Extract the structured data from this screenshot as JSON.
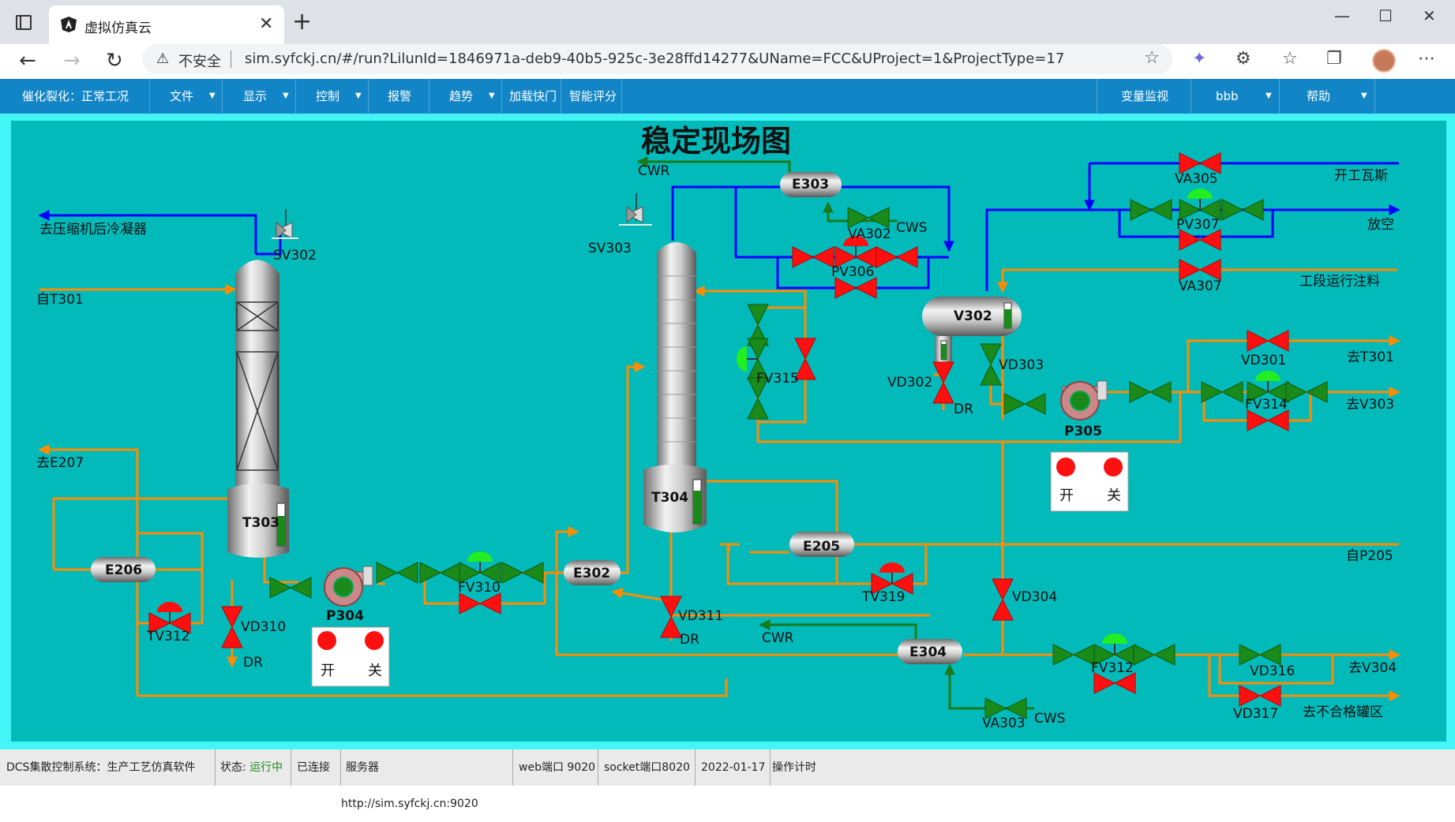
{
  "browser": {
    "tab_title": "虚拟仿真云",
    "security_label": "不安全",
    "url": "sim.syfckj.cn/#/run?LilunId=1846971a-deb9-40b5-925c-3e28ffd14277&UName=FCC&UProject=1&ProjectType=17"
  },
  "menu": {
    "project": "催化裂化：正常工况",
    "items": [
      "文件",
      "显示",
      "控制",
      "报警",
      "趋势",
      "加载快门",
      "智能评分"
    ],
    "monitor": "变量监视",
    "user": "bbb",
    "help": "帮助"
  },
  "diagram": {
    "title": "稳定现场图",
    "labels": {
      "to_compressor_condenser": "去压缩机后冷凝器",
      "sv302": "SV302",
      "from_t301": "自T301",
      "to_e207": "去E207",
      "t303": "T303",
      "e206": "E206",
      "tv312": "TV312",
      "vd310": "VD310",
      "dr1": "DR",
      "p304": "P304",
      "fv310": "FV310",
      "e302": "E302",
      "cwr1": "CWR",
      "sv303": "SV303",
      "e303": "E303",
      "va302": "VA302",
      "cws1": "CWS",
      "pv306": "PV306",
      "t304": "T304",
      "fv315": "FV315",
      "vd311": "VD311",
      "dr2": "DR",
      "e205": "E205",
      "tv319": "TV319",
      "cwr2": "CWR",
      "e304": "E304",
      "va303": "VA303",
      "cws2": "CWS",
      "v302": "V302",
      "vd302": "VD302",
      "dr3": "DR",
      "vd303": "VD303",
      "p305": "P305",
      "va305": "VA305",
      "start_gas": "开工瓦斯",
      "pv307": "PV307",
      "vent": "放空",
      "va307": "VA307",
      "section_inject": "工段运行注料",
      "vd301": "VD301",
      "to_t301": "去T301",
      "fv314": "FV314",
      "to_v303": "去V303",
      "from_p205": "自P205",
      "vd304": "VD304",
      "fv312": "FV312",
      "vd316": "VD316",
      "to_v304": "去V304",
      "vd317": "VD317",
      "to_reject": "去不合格罐区"
    },
    "pump_panel": {
      "on": "开",
      "off": "关"
    },
    "levels": {
      "t303": 0.7,
      "t304": 0.75,
      "v302_top": 0.7,
      "v302_boot": 0.8
    }
  },
  "colors": {
    "background": "#02baba",
    "frame": "#43f5f5",
    "line_orange": "#ff8c00",
    "line_blue": "#0000ff",
    "line_green": "#1a7a1a",
    "valve_red": "#ff1010",
    "valve_green": "#1a8a1a",
    "menu_blue": "#1185c6"
  },
  "status": {
    "system": "DCS集散控制系统：生产工艺仿真软件",
    "state_label": "状态:",
    "state_value": "运行中",
    "connected": "已连接",
    "server": "服务器 http://sim.syfckj.cn:9020",
    "web_port": "web端口 9020",
    "socket_port": "socket端口8020",
    "date": "2022-01-17",
    "timer": "操作计时"
  }
}
